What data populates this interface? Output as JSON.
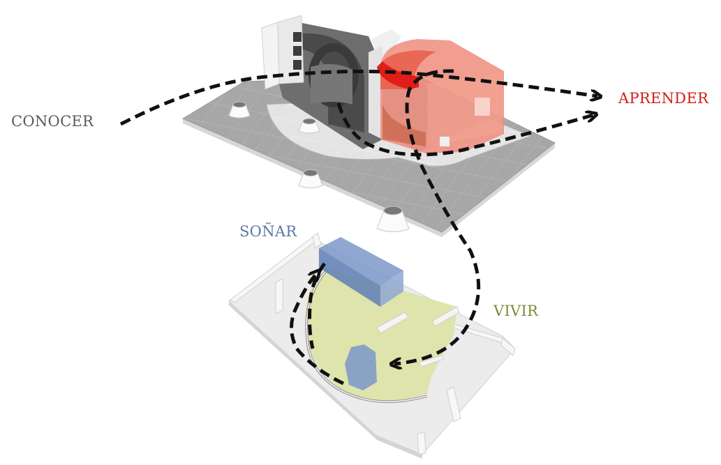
{
  "labels": {
    "conocer": "CONOCER",
    "aprender": "APRENDER",
    "sonar": "SOÑAR",
    "vivir": "VIVIR"
  },
  "colors": {
    "conocer": "#5a5a5a",
    "aprender": "#d0201b",
    "sonar": "#5b78a6",
    "vivir": "#7b8a3a",
    "arrow": "#111111",
    "upper_floor": "#a9a9a9",
    "volume_red": "#ee8c7d",
    "volume_blue": "#7b98c9",
    "zone_yellow": "#dde3a4"
  },
  "icons": {
    "path_arrows": "dashed-arrow-icon"
  }
}
